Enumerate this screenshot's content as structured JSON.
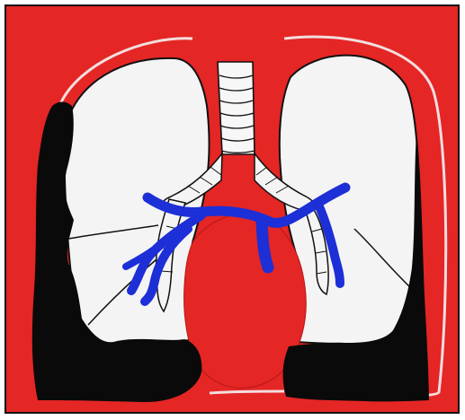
{
  "diagram": {
    "subject": "chest-lungs-illustration",
    "colors": {
      "background": "#e42625",
      "frame": "#111111",
      "lung_fill": "#f4f4f4",
      "outline": "#111111",
      "vessel": "#1d2fd6",
      "pleura_line": "#f3dede",
      "effusion": "#0a0a0a",
      "heart": "#e42625"
    },
    "parts": [
      "chest-cavity",
      "right-lung",
      "left-lung",
      "trachea",
      "bronchial-tree",
      "pulmonary-vessels",
      "heart",
      "pleural-effusion-left",
      "pleural-effusion-right",
      "pleura-outline"
    ]
  }
}
